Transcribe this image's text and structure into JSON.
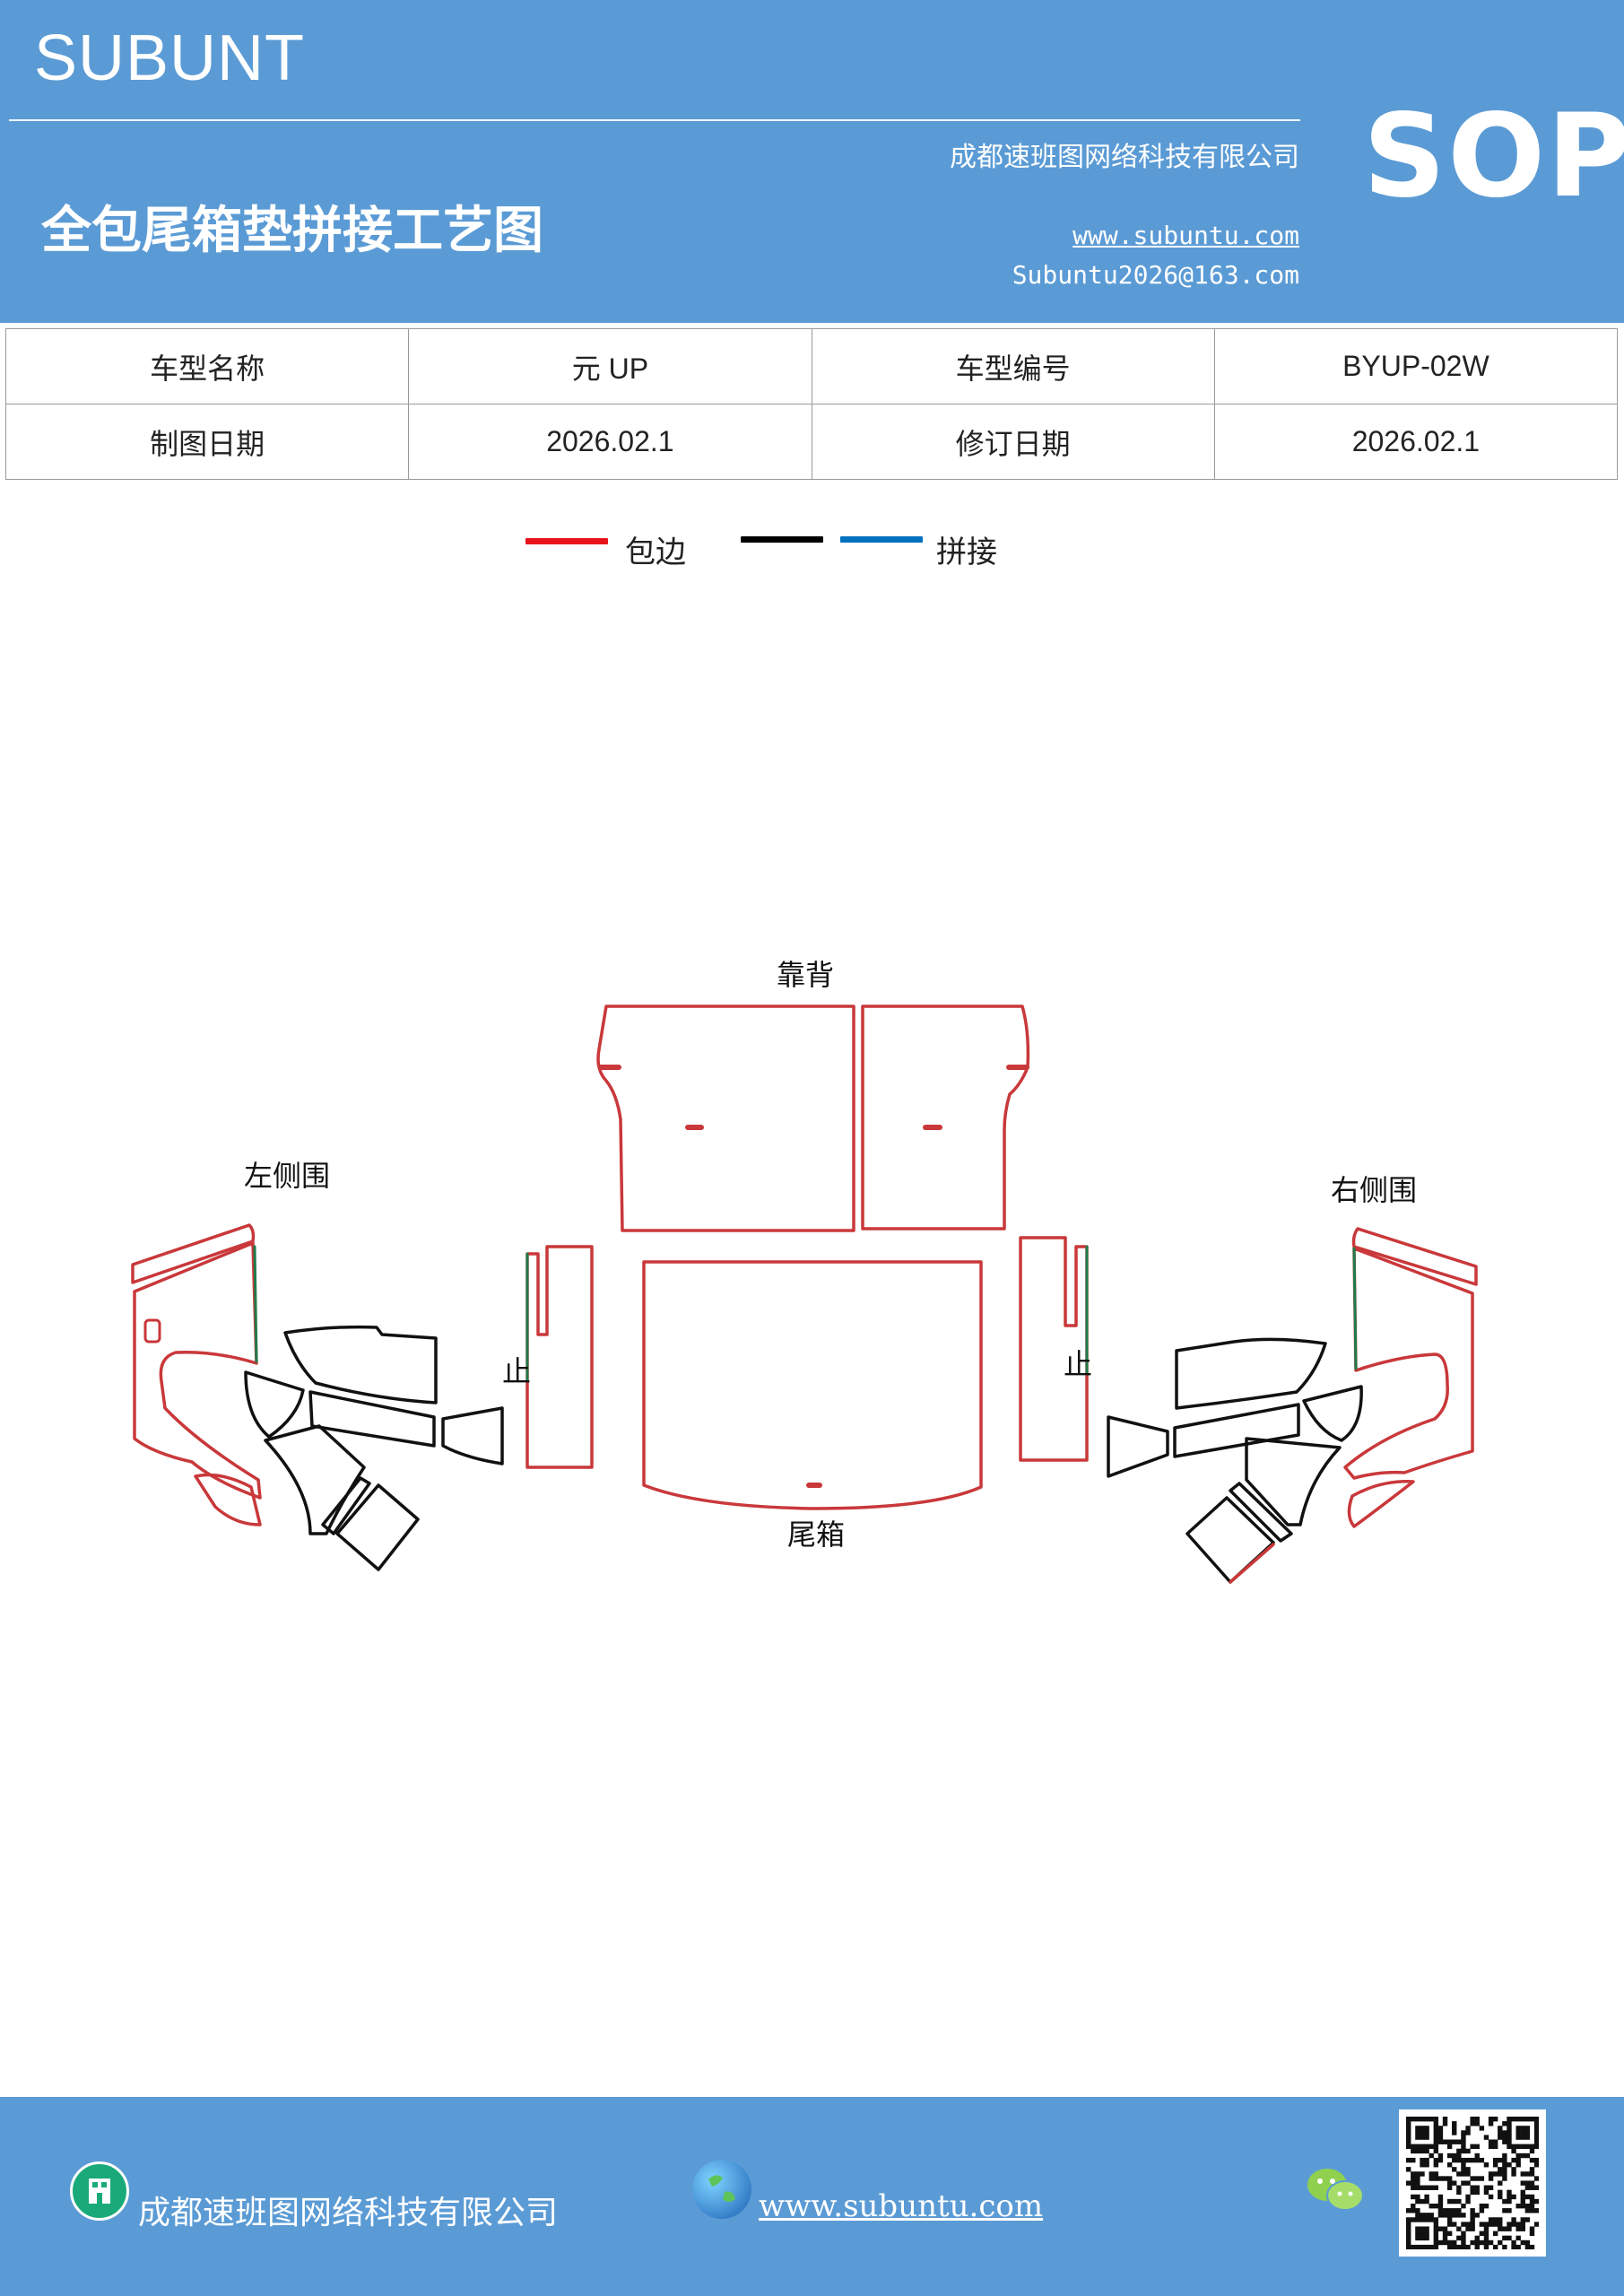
{
  "header": {
    "brand": "SUBUNT",
    "company": "成都速班图网络科技有限公司",
    "title": "全包尾箱垫拼接工艺图",
    "website": "www.subuntu.com",
    "email": "Subuntu2026@163.com",
    "badge": "SOP",
    "bg_color": "#5b9bd5"
  },
  "info": {
    "model_name_label": "车型名称",
    "model_name_value": "元 UP",
    "model_code_label": "车型编号",
    "model_code_value": "BYUP-02W",
    "draw_date_label": "制图日期",
    "draw_date_value": "2026.02.1",
    "revise_date_label": "修订日期",
    "revise_date_value": "2026.02.1"
  },
  "legend": {
    "red_label": "包边",
    "splice_label": "拼接",
    "colors": {
      "red": "#e8141c",
      "black": "#000000",
      "blue": "#0070c0"
    }
  },
  "diagram": {
    "label_backrest": "靠背",
    "label_left_side": "左侧围",
    "label_right_side": "右侧围",
    "label_trunk": "尾箱",
    "label_stop_left": "止",
    "label_stop_right": "止",
    "colors": {
      "edge": "#c9383a",
      "cut": "#111111",
      "splice": "#1f7a4a"
    }
  },
  "footer": {
    "company": "成都速班图网络科技有限公司",
    "website": "www.subuntu.com",
    "icons": [
      "building-icon",
      "globe-icon",
      "wechat-icon",
      "qr-code"
    ]
  }
}
